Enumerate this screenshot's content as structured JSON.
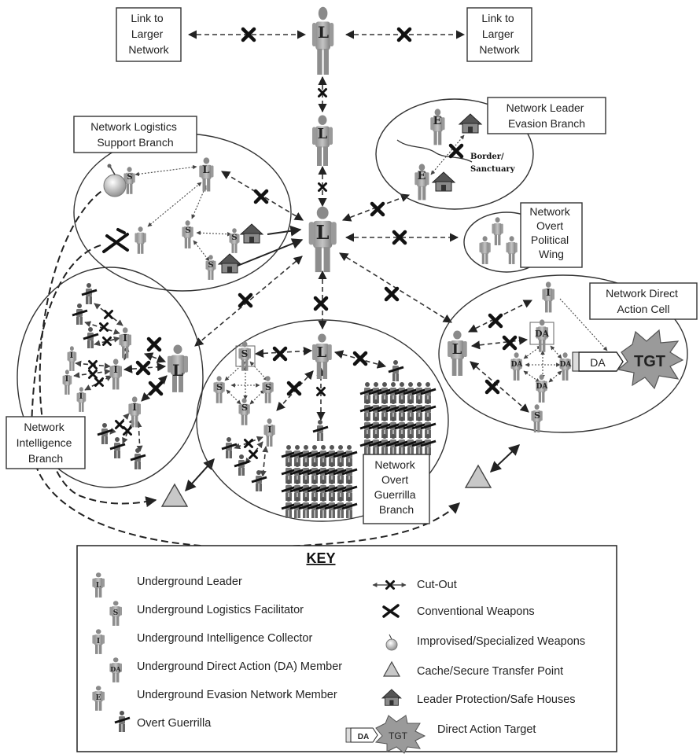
{
  "nodes": {
    "link_left": [
      "Link to",
      "Larger",
      "Network"
    ],
    "link_right": [
      "Link to",
      "Larger",
      "Network"
    ],
    "logistics_branch": [
      "Network Logistics",
      "Support Branch"
    ],
    "evasion_branch": [
      "Network Leader",
      "Evasion Branch"
    ],
    "political_wing": [
      "Network",
      "Overt",
      "Political",
      "Wing"
    ],
    "direct_action_cell": [
      "Network Direct",
      "Action Cell"
    ],
    "intelligence_branch": [
      "Network",
      "Intelligence",
      "Branch"
    ],
    "guerrilla_branch": [
      "Network",
      "Overt",
      "Guerrilla",
      "Branch"
    ],
    "border_label": [
      "Border/",
      "Sanctuary"
    ],
    "da_tag": "DA",
    "target_label": "TGT"
  },
  "letters": {
    "leader": "L",
    "logistics": "S",
    "intelligence": "I",
    "direct_action": "DA",
    "evasion": "E"
  },
  "key": {
    "title": "KEY",
    "left_items": [
      "Underground Leader",
      "Underground Logistics Facilitator",
      "Underground Intelligence Collector",
      "Underground Direct Action (DA) Member",
      "Underground Evasion Network Member",
      "Overt Guerrilla"
    ],
    "right_items": [
      "Cut-Out",
      "Conventional Weapons",
      "Improvised/Specialized Weapons",
      "Cache/Secure Transfer Point",
      "Leader Protection/Safe Houses",
      "Direct Action Target"
    ]
  },
  "colors": {
    "figure_dark": "#7b7b7b",
    "figure_light": "#b8b8b8",
    "triangle": "#c8c8c8",
    "target_burst": "#9a9a9a",
    "line": "#333333"
  }
}
